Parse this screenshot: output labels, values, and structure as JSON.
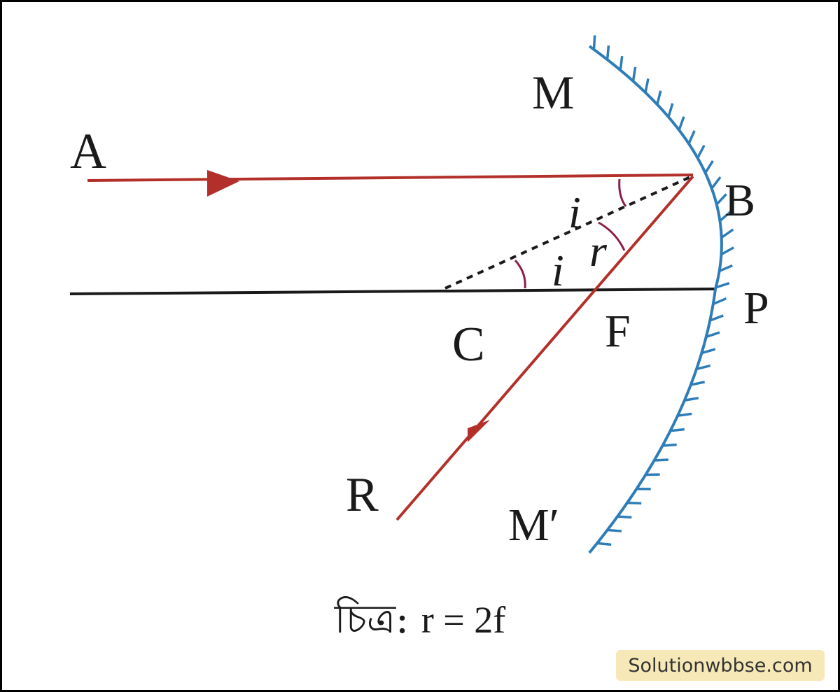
{
  "diagram": {
    "labels": {
      "A": "A",
      "M": "M",
      "B": "B",
      "P": "P",
      "C": "C",
      "F": "F",
      "R": "R",
      "M_prime": "M′",
      "angle_i_upper": "i",
      "angle_i_lower": "i",
      "angle_r": "r"
    },
    "colors": {
      "ray": "#b3302a",
      "mirror": "#2e7db8",
      "axis": "#1a1a1a",
      "angle_arc": "#8a1f4a"
    }
  },
  "caption": {
    "prefix": "চিত্র:",
    "equation": "r = 2f"
  },
  "watermark": "Solutionwbbse.com"
}
